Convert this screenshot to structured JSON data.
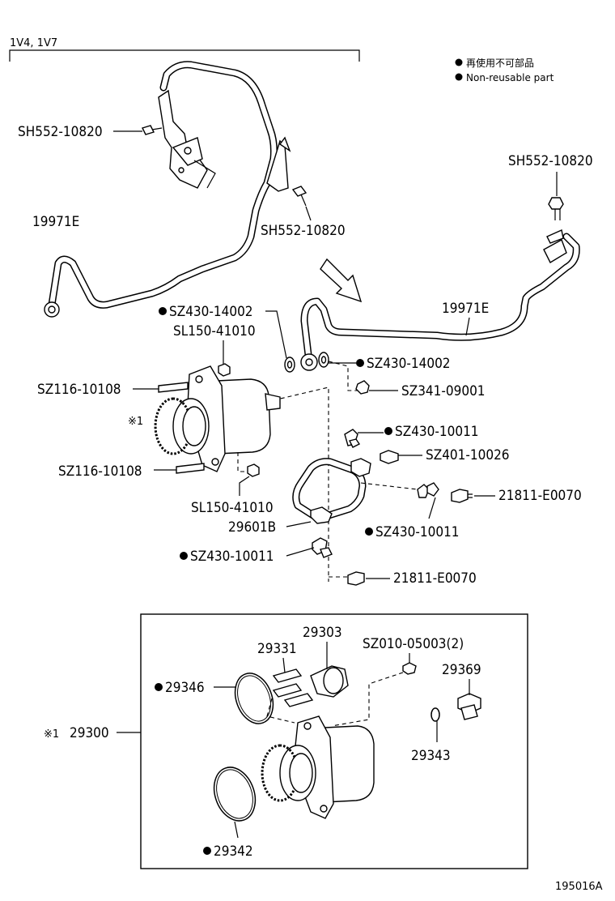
{
  "header": {
    "variant": "1V4, 1V7"
  },
  "legend": {
    "jp": "再使用不可部品",
    "en": "Non-reusable part"
  },
  "labels": {
    "sh552_a": "SH552-10820",
    "sh552_b": "SH552-10820",
    "sh552_c": "SH552-10820",
    "pipe_left": "19971E",
    "pipe_right": "19971E",
    "sz430_14002_a": "SZ430-14002",
    "sz430_14002_b": "SZ430-14002",
    "sl150_a": "SL150-41010",
    "sl150_b": "SL150-41010",
    "sz116_a": "SZ116-10108",
    "sz116_b": "SZ116-10108",
    "note_mark": "※1",
    "sz341": "SZ341-09001",
    "sz430_10011_a": "SZ430-10011",
    "sz430_10011_b": "SZ430-10011",
    "sz430_10011_c": "SZ430-10011",
    "sz401": "SZ401-10026",
    "e0070_a": "21811-E0070",
    "e0070_b": "21811-E0070",
    "p29601b": "29601B",
    "p29303": "29303",
    "p29331": "29331",
    "sz010": "SZ010-05003(2)",
    "p29369": "29369",
    "p29346": "29346",
    "p29343": "29343",
    "p29342": "29342",
    "assy_mark": "※1",
    "p29300": "29300"
  },
  "footer": {
    "diagram_id": "195016A"
  }
}
